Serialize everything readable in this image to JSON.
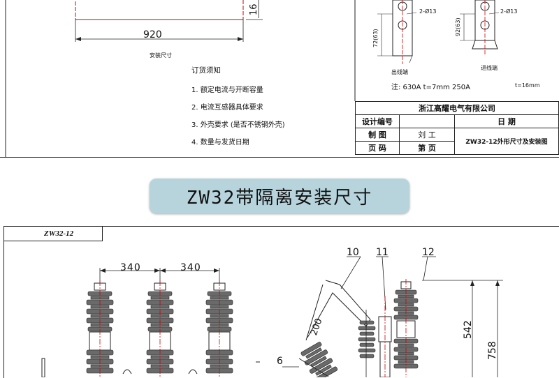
{
  "top": {
    "dim_920": "920",
    "dim_16": "16",
    "caption_install": "安装尺寸",
    "outlet_label": "出线端",
    "inlet_label": "进线端",
    "hole_label_left": "2-Ø13",
    "hole_label_right": "2-Ø13",
    "dim_72_left": "72(63)",
    "dim_92_right": "92(63)",
    "note_line": "注: 630A    t=7mm 250A",
    "note_t16": "t=16mm",
    "order_heading": "订货须知",
    "order_items": [
      "1. 额定电流与开断容量",
      "2. 电流互感器具体要求",
      "3. 外壳要求 (是否不锈钢外壳)",
      "4. 数量与发货日期"
    ],
    "title_block": {
      "company": "浙江高耀电气有限公司",
      "design_no": "设计编号",
      "date": "日  期",
      "drawn": "制  图",
      "drawer": "刘  工",
      "page_code": "页  码",
      "page": "第  页",
      "drawing_title": "ZW32-12外形尺寸及安装图"
    }
  },
  "section_title": "ZW32带隔离安装尺寸",
  "bottom": {
    "model_label": "ZW32-12",
    "dim_340_a": "340",
    "dim_340_b": "340",
    "callout_10": "10",
    "callout_11": "11",
    "callout_12": "12",
    "callout_6": "6",
    "dim_200": "200",
    "dim_542": "542",
    "dim_758": "758"
  },
  "colors": {
    "line": "#222222",
    "centerline": "#cc0000",
    "insulator": "#555555",
    "pill_bg": "#b7d4dd"
  }
}
